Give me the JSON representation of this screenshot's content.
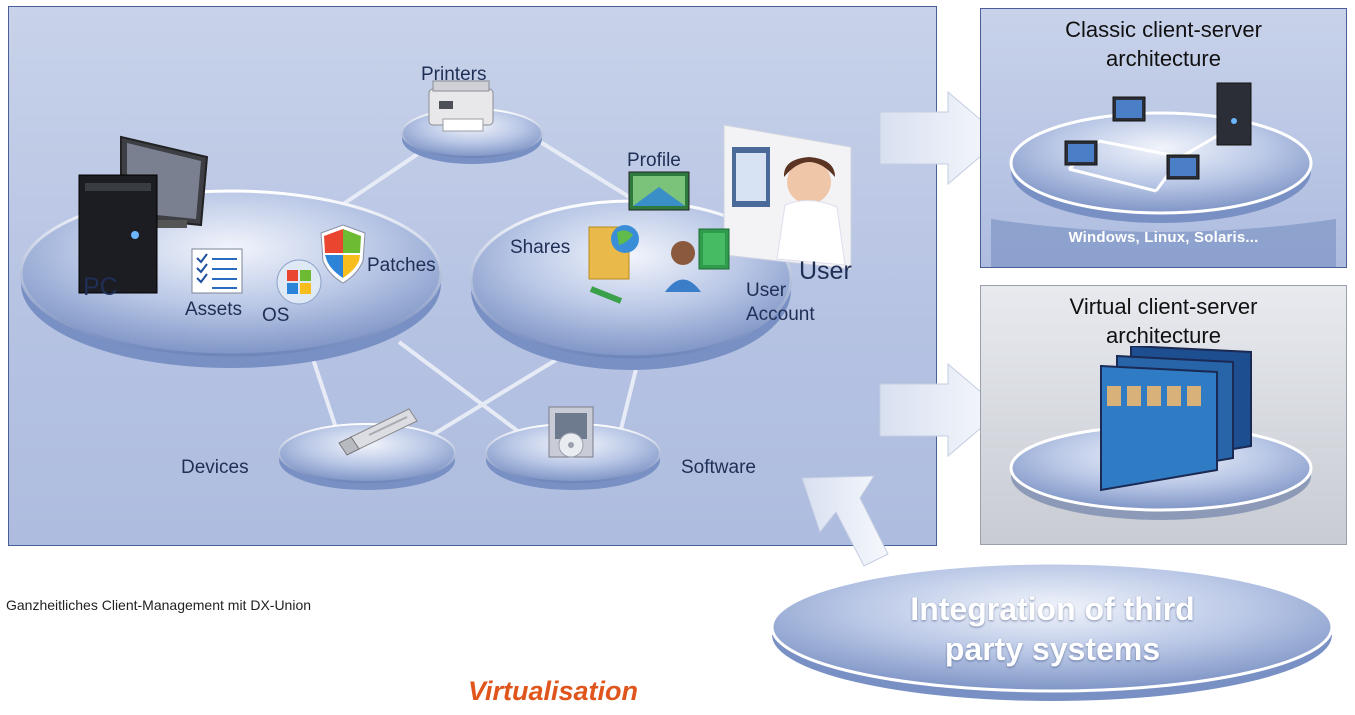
{
  "main": {
    "pc_label": "PC",
    "assets_label": "Assets",
    "os_label": "OS",
    "patches_label": "Patches",
    "printers_label": "Printers",
    "profile_label": "Profile",
    "shares_label": "Shares",
    "user_label": "User",
    "user_account_line1": "User",
    "user_account_line2": "Account",
    "devices_label": "Devices",
    "software_label": "Software"
  },
  "classic": {
    "title_line1": "Classic client-server",
    "title_line2": "architecture",
    "platforms": "Windows, Linux, Solaris..."
  },
  "virtual": {
    "title_line1": "Virtual client-server",
    "title_line2": "architecture"
  },
  "integration": {
    "line1": "Integration of third",
    "line2": "party systems"
  },
  "caption": "Ganzheitliches Client-Management mit DX-Union",
  "virtualisation_heading": "Virtualisation",
  "colors": {
    "panel_border": "#4b5f97",
    "label_text": "#1f2f55",
    "accent_orange": "#e0551c"
  }
}
